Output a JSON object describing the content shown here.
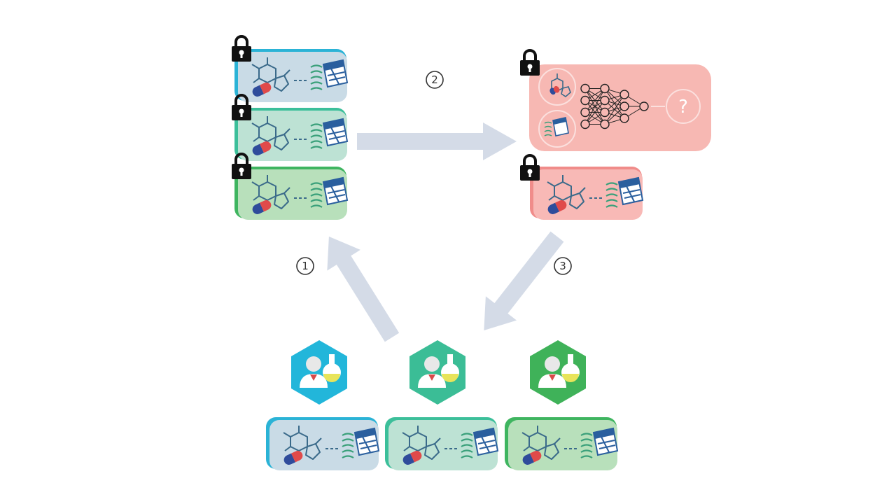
{
  "steps": {
    "step1": "1",
    "step2": "2",
    "step3": "3"
  },
  "model": {
    "output_symbol": "?"
  },
  "colors": {
    "card_blue": "#c9dbe6",
    "card_blue_edge": "#2bb3d6",
    "card_teal": "#bde2d4",
    "card_teal_edge": "#3cbf9a",
    "card_green": "#b8e0bb",
    "card_green_edge": "#3fb560",
    "model_panel": "#f7b8b3",
    "model_card": "#f8b9b6",
    "model_card_edge": "#f08c8a",
    "arrow": "#d4dbe7",
    "lock": "#111111",
    "hex_blue": "#22b6da",
    "hex_teal": "#3bbd96",
    "hex_green": "#3fb259",
    "flask_liquid": "#e8e45a",
    "pill_blue": "#2f4c9b",
    "pill_red": "#e04a4a",
    "molecule": "#3a6a8a"
  },
  "icons": [
    "lock-icon",
    "molecule-icon",
    "pill-icon",
    "database-icon",
    "document-icon",
    "neural-network-icon",
    "scientist-icon",
    "flask-icon"
  ]
}
